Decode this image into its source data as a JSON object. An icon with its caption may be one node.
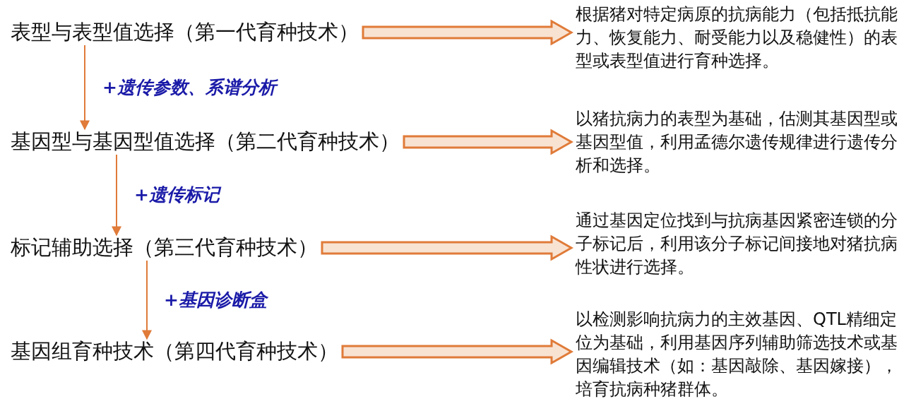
{
  "diagram": {
    "nodes": [
      {
        "text": [
          "表型与表型值选择（第一代育种技术）"
        ]
      },
      {
        "text": [
          "基因型与基因型值选择（第二代育种技术）"
        ]
      },
      {
        "text": [
          "标记辅助选择（第三代育种技术）"
        ]
      },
      {
        "text": [
          "基因组育种技术（第四代育种技术）"
        ]
      },
      {
        "text": [
          "根据猪对特定病原的抗病能力（包括抵抗能力、恢复能力、耐受能力以及稳健性）的表型或表型值进行育种选择。"
        ]
      },
      {
        "text": [
          "以猪抗病力的表型为基础，估测其基因型或基因型值，利用孟德尔遗传规律进行遗传分析和选择。"
        ]
      },
      {
        "text": [
          "通过基因定位找到与抗病基因紧密连锁的分子标记后，利用该分子标记间接地对猪抗病性状进行选择。"
        ]
      },
      {
        "text": [
          "以检测影响抗病力的主效基因、QTL精细定位为基础，利用基因序列辅助筛选技术或基因编辑技术（如：基因敲除、基因嫁接），培育抗病种猪群体。"
        ]
      }
    ],
    "edges": [
      {
        "from": 0,
        "to": 1,
        "arrow": "to",
        "label": "+遗传参数、系谱分析"
      },
      {
        "from": 1,
        "to": 2,
        "arrow": "to",
        "label": "+遗传标记"
      },
      {
        "from": 2,
        "to": 3,
        "arrow": "to",
        "label": "+基因诊断盒"
      },
      {
        "from": 0,
        "to": 4,
        "arrow": "to",
        "style": "thick"
      },
      {
        "from": 1,
        "to": 5,
        "arrow": "to",
        "style": "thick"
      },
      {
        "from": 2,
        "to": 6,
        "arrow": "to",
        "style": "thick"
      },
      {
        "from": 3,
        "to": 7,
        "arrow": "to",
        "style": "thick"
      }
    ]
  }
}
